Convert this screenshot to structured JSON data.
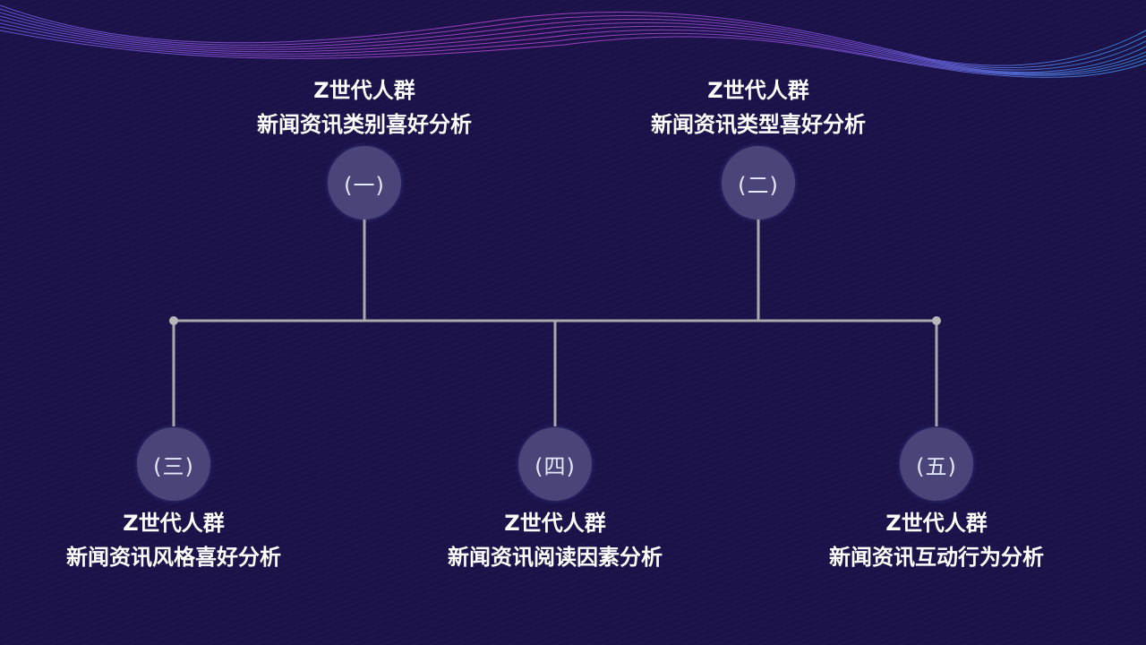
{
  "colors": {
    "background": "#1b1249",
    "connector": "#a9a9a9",
    "circle": "#4b4478",
    "badge_text": "#e2eaff",
    "title_text": "#ffffff"
  },
  "nodes": [
    {
      "badge": "(一)",
      "title": "Z世代人群",
      "subtitle": "新闻资讯类别喜好分析"
    },
    {
      "badge": "(二)",
      "title": "Z世代人群",
      "subtitle": "新闻资讯类型喜好分析"
    },
    {
      "badge": "(三)",
      "title": "Z世代人群",
      "subtitle": "新闻资讯风格喜好分析"
    },
    {
      "badge": "(四)",
      "title": "Z世代人群",
      "subtitle": "新闻资讯阅读因素分析"
    },
    {
      "badge": "(五)",
      "title": "Z世代人群",
      "subtitle": "新闻资讯互动行为分析"
    }
  ]
}
